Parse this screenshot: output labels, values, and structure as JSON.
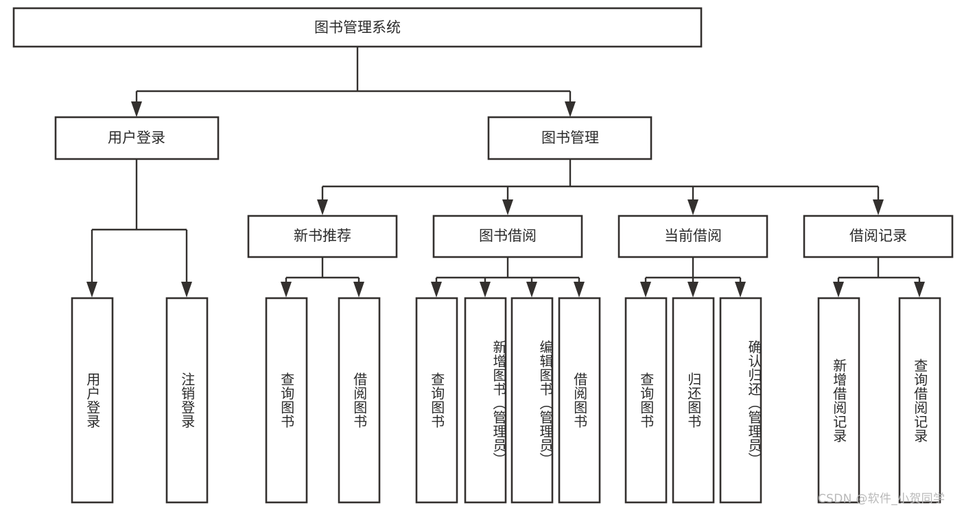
{
  "diagram": {
    "type": "tree",
    "title": "图书管理系统",
    "orientation": "top-down",
    "colors": {
      "stroke": "#33302e",
      "box_fill": "#ffffff",
      "text": "#2b2b2b",
      "background": "#ffffff",
      "watermark": "#b9b9b9"
    },
    "levels": {
      "root": {
        "label": "图书管理系统"
      },
      "level2": [
        {
          "label": "用户登录"
        },
        {
          "label": "图书管理"
        }
      ],
      "level3": [
        {
          "label": "新书推荐"
        },
        {
          "label": "图书借阅"
        },
        {
          "label": "当前借阅"
        },
        {
          "label": "借阅记录"
        }
      ]
    },
    "leaves": {
      "user_login": [
        {
          "label": "用户登录"
        },
        {
          "label": "注销登录"
        }
      ],
      "new_book_recommend": [
        {
          "label": "查询图书"
        },
        {
          "label": "借阅图书"
        }
      ],
      "book_borrow": [
        {
          "label": "查询图书"
        },
        {
          "label": "新增图书（管理员）"
        },
        {
          "label": "编辑图书（管理员）"
        },
        {
          "label": "借阅图书"
        }
      ],
      "current_borrow": [
        {
          "label": "查询图书"
        },
        {
          "label": "归还图书"
        },
        {
          "label": "确认归还（管理员）"
        }
      ],
      "borrow_record": [
        {
          "label": "新增借阅记录"
        },
        {
          "label": "查询借阅记录"
        }
      ]
    }
  },
  "watermark": {
    "text": "CSDN @软件_小贺同学"
  }
}
